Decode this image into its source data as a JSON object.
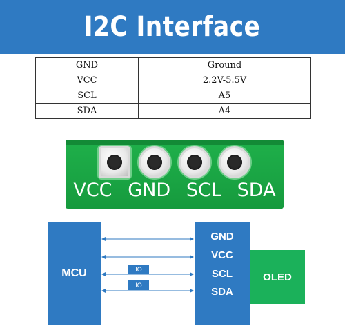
{
  "banner": {
    "title": "I2C Interface"
  },
  "table": {
    "rows": [
      {
        "pin": "GND",
        "desc": "Ground"
      },
      {
        "pin": "VCC",
        "desc": "2.2V-5.5V"
      },
      {
        "pin": "SCL",
        "desc": "A5"
      },
      {
        "pin": "SDA",
        "desc": "A4"
      }
    ]
  },
  "board": {
    "labels": [
      "VCC",
      "GND",
      "SCL",
      "SDA"
    ]
  },
  "diagram": {
    "mcu": "MCU",
    "module_pins": [
      "GND",
      "VCC",
      "SCL",
      "SDA"
    ],
    "io_labels": [
      "IO",
      "IO"
    ],
    "oled": "OLED"
  },
  "colors": {
    "blue": "#2f7ac2",
    "green": "#1bb15a",
    "board_green": "#1fb04a"
  }
}
